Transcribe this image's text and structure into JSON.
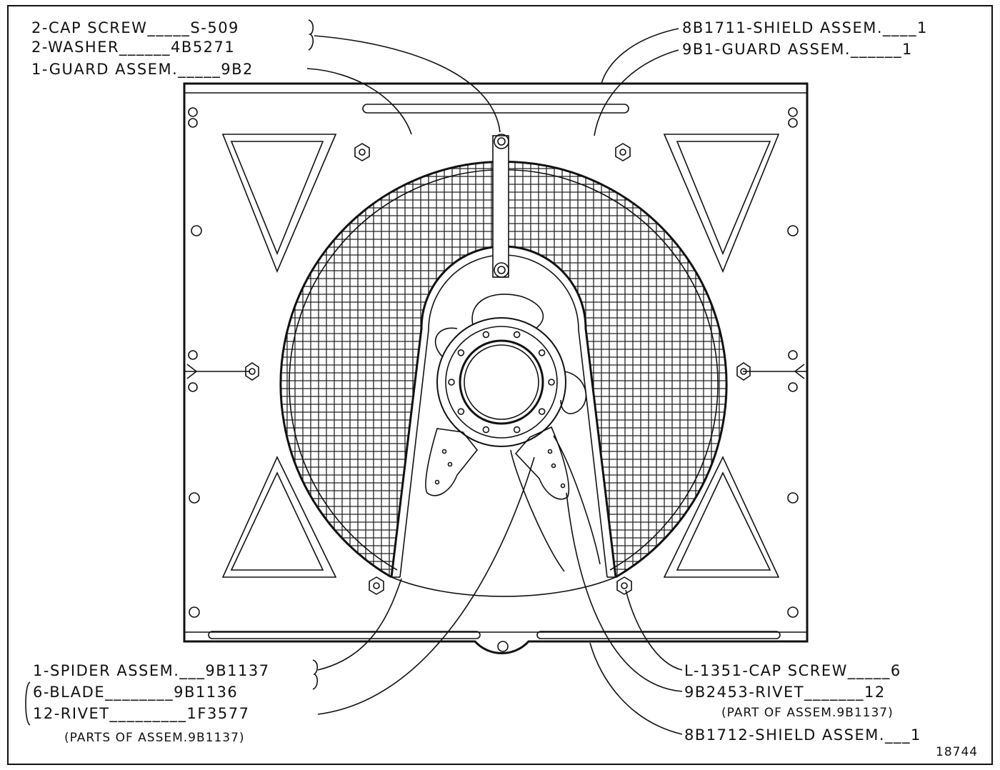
{
  "callouts": {
    "top_left_1": "2-CAP SCREW_____S-509",
    "top_left_2": "2-WASHER______4B5271",
    "top_left_3": "1-GUARD ASSEM._____9B2",
    "top_right_1": "8B1711-SHIELD ASSEM.____1",
    "top_right_2": "9B1-GUARD ASSEM.______1",
    "bottom_left_1": "1-SPIDER ASSEM.___9B1137",
    "bottom_left_2": "6-BLADE________9B1136",
    "bottom_left_3": "12-RIVET_________1F3577",
    "bottom_left_note": "(PARTS OF ASSEM.9B1137)",
    "bottom_right_1": "L-1351-CAP SCREW_____6",
    "bottom_right_2": "9B2453-RIVET_______12",
    "bottom_right_note": "(PART OF ASSEM.9B1137)",
    "bottom_right_3": "8B1712-SHIELD ASSEM.___1"
  },
  "figure_number": "18744",
  "colors": {
    "ink": "#111111",
    "paper": "#ffffff"
  }
}
